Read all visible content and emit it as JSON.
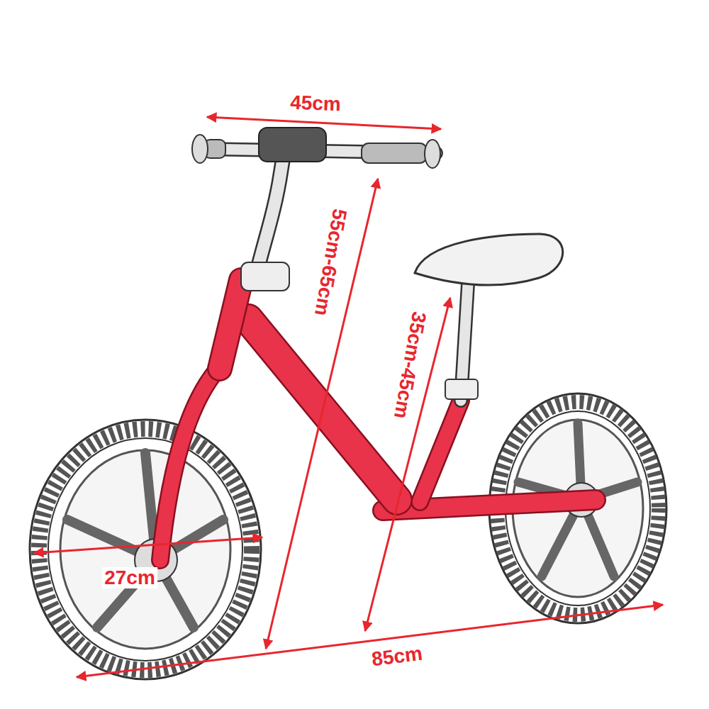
{
  "diagram": {
    "labels": [
      "45cm",
      "55cm-65cm",
      "35cm-45cm",
      "27cm",
      "85cm"
    ]
  }
}
